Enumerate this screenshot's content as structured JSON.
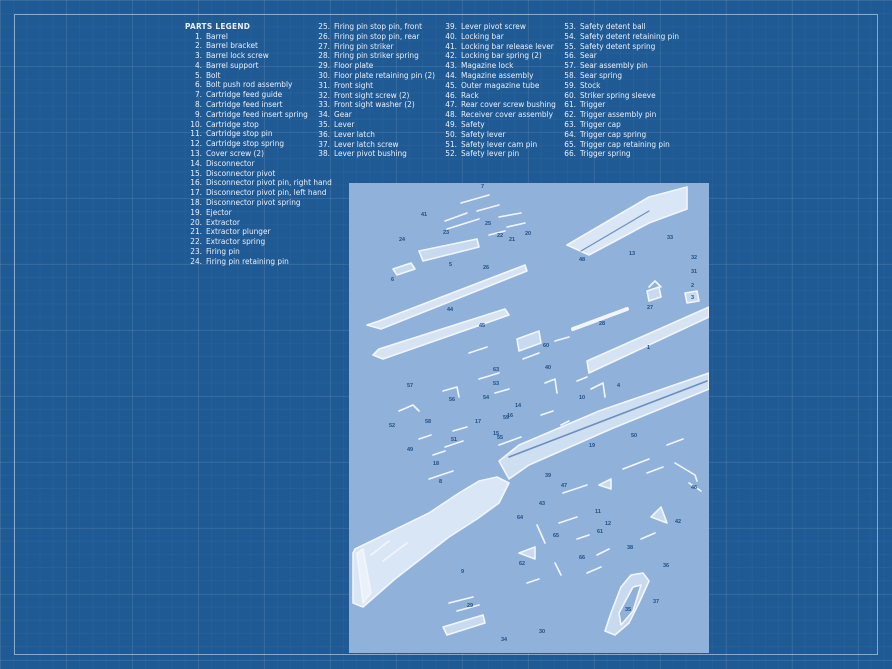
{
  "legend": {
    "title": "PARTS LEGEND",
    "columns": [
      [
        {
          "n": "1.",
          "label": "Barrel"
        },
        {
          "n": "2.",
          "label": "Barrel bracket"
        },
        {
          "n": "3.",
          "label": "Barrel lock screw"
        },
        {
          "n": "4.",
          "label": "Barrel support"
        },
        {
          "n": "5.",
          "label": "Bolt"
        },
        {
          "n": "6.",
          "label": "Bolt push rod assembly"
        },
        {
          "n": "7.",
          "label": "Cartridge feed guide"
        },
        {
          "n": "8.",
          "label": "Cartridge feed insert"
        },
        {
          "n": "9.",
          "label": "Cartridge feed insert spring"
        },
        {
          "n": "10.",
          "label": "Cartridge stop"
        },
        {
          "n": "11.",
          "label": "Cartridge stop pin"
        },
        {
          "n": "12.",
          "label": "Cartridge stop spring"
        },
        {
          "n": "13.",
          "label": "Cover screw (2)"
        },
        {
          "n": "14.",
          "label": "Disconnector"
        },
        {
          "n": "15.",
          "label": "Disconnector pivot"
        },
        {
          "n": "16.",
          "label": "Disconnector pivot pin, right hand"
        },
        {
          "n": "17.",
          "label": "Disconnector pivot pin, left hand"
        },
        {
          "n": "18.",
          "label": "Disconnector pivot spring"
        },
        {
          "n": "19.",
          "label": "Ejector"
        },
        {
          "n": "20.",
          "label": "Extractor"
        },
        {
          "n": "21.",
          "label": "Extractor plunger"
        },
        {
          "n": "22.",
          "label": "Extractor spring"
        },
        {
          "n": "23.",
          "label": "Firing pin"
        },
        {
          "n": "24.",
          "label": "Firing pin retaining pin"
        }
      ],
      [
        {
          "n": "25.",
          "label": "Firing pin stop pin, front"
        },
        {
          "n": "26.",
          "label": "Firing pin stop pin, rear"
        },
        {
          "n": "27.",
          "label": "Firing pin striker"
        },
        {
          "n": "28.",
          "label": "Firing pin striker spring"
        },
        {
          "n": "29.",
          "label": "Floor plate"
        },
        {
          "n": "30.",
          "label": "Floor plate retaining pin (2)"
        },
        {
          "n": "31.",
          "label": "Front sight"
        },
        {
          "n": "32.",
          "label": "Front sight screw (2)"
        },
        {
          "n": "33.",
          "label": "Front sight washer (2)"
        },
        {
          "n": "34.",
          "label": "Gear"
        },
        {
          "n": "35.",
          "label": "Lever"
        },
        {
          "n": "36.",
          "label": "Lever latch"
        },
        {
          "n": "37.",
          "label": "Lever latch screw"
        },
        {
          "n": "38.",
          "label": "Lever pivot bushing"
        }
      ],
      [
        {
          "n": "39.",
          "label": "Lever pivot screw"
        },
        {
          "n": "40.",
          "label": "Locking bar"
        },
        {
          "n": "41.",
          "label": "Locking bar release lever"
        },
        {
          "n": "42.",
          "label": "Locking bar spring (2)"
        },
        {
          "n": "43.",
          "label": "Magazine lock"
        },
        {
          "n": "44.",
          "label": "Magazine assembly"
        },
        {
          "n": "45.",
          "label": "Outer magazine tube"
        },
        {
          "n": "46.",
          "label": "Rack"
        },
        {
          "n": "47.",
          "label": "Rear cover screw bushing"
        },
        {
          "n": "48.",
          "label": "Receiver cover assembly"
        },
        {
          "n": "49.",
          "label": "Safety"
        },
        {
          "n": "50.",
          "label": "Safety lever"
        },
        {
          "n": "51.",
          "label": "Safety lever cam pin"
        },
        {
          "n": "52.",
          "label": "Safety lever pin"
        }
      ],
      [
        {
          "n": "53.",
          "label": "Safety detent ball"
        },
        {
          "n": "54.",
          "label": "Safety detent retaining pin"
        },
        {
          "n": "55.",
          "label": "Safety detent spring"
        },
        {
          "n": "56.",
          "label": "Sear"
        },
        {
          "n": "57.",
          "label": "Sear assembly pin"
        },
        {
          "n": "58.",
          "label": "Sear spring"
        },
        {
          "n": "59.",
          "label": "Stock"
        },
        {
          "n": "60.",
          "label": "Striker spring sleeve"
        },
        {
          "n": "61.",
          "label": "Trigger"
        },
        {
          "n": "62.",
          "label": "Trigger assembly pin"
        },
        {
          "n": "63.",
          "label": "Trigger cap"
        },
        {
          "n": "64.",
          "label": "Trigger cap spring"
        },
        {
          "n": "65.",
          "label": "Trigger cap retaining pin"
        },
        {
          "n": "66.",
          "label": "Trigger spring"
        }
      ]
    ]
  },
  "diagram": {
    "callouts": [
      {
        "id": "7",
        "label": "7"
      },
      {
        "id": "41",
        "label": "41"
      },
      {
        "id": "24",
        "label": "24"
      },
      {
        "id": "23",
        "label": "23"
      },
      {
        "id": "25",
        "label": "25"
      },
      {
        "id": "22",
        "label": "22"
      },
      {
        "id": "21",
        "label": "21"
      },
      {
        "id": "20",
        "label": "20"
      },
      {
        "id": "5",
        "label": "5"
      },
      {
        "id": "26",
        "label": "26"
      },
      {
        "id": "6",
        "label": "6"
      },
      {
        "id": "48",
        "label": "48"
      },
      {
        "id": "13",
        "label": "13"
      },
      {
        "id": "33",
        "label": "33"
      },
      {
        "id": "32",
        "label": "32"
      },
      {
        "id": "31",
        "label": "31"
      },
      {
        "id": "44",
        "label": "44"
      },
      {
        "id": "45",
        "label": "45"
      },
      {
        "id": "28",
        "label": "28"
      },
      {
        "id": "27",
        "label": "27"
      },
      {
        "id": "60",
        "label": "60"
      },
      {
        "id": "1",
        "label": "1"
      },
      {
        "id": "2",
        "label": "2"
      },
      {
        "id": "3",
        "label": "3"
      },
      {
        "id": "4",
        "label": "4"
      },
      {
        "id": "50",
        "label": "50"
      },
      {
        "id": "57",
        "label": "57"
      },
      {
        "id": "56",
        "label": "56"
      },
      {
        "id": "53",
        "label": "53"
      },
      {
        "id": "55",
        "label": "55"
      },
      {
        "id": "54",
        "label": "54"
      },
      {
        "id": "58",
        "label": "58"
      },
      {
        "id": "52",
        "label": "52"
      },
      {
        "id": "49",
        "label": "49"
      },
      {
        "id": "51",
        "label": "51"
      },
      {
        "id": "59",
        "label": "59"
      },
      {
        "id": "47",
        "label": "47"
      },
      {
        "id": "43",
        "label": "43"
      },
      {
        "id": "63",
        "label": "63"
      },
      {
        "id": "64",
        "label": "64"
      },
      {
        "id": "65",
        "label": "65"
      },
      {
        "id": "62",
        "label": "62"
      },
      {
        "id": "61",
        "label": "61"
      },
      {
        "id": "66",
        "label": "66"
      },
      {
        "id": "12",
        "label": "12"
      },
      {
        "id": "11",
        "label": "11"
      },
      {
        "id": "10",
        "label": "10"
      },
      {
        "id": "40",
        "label": "40"
      },
      {
        "id": "39",
        "label": "39"
      },
      {
        "id": "35",
        "label": "35"
      },
      {
        "id": "38",
        "label": "38"
      },
      {
        "id": "37",
        "label": "37"
      },
      {
        "id": "36",
        "label": "36"
      },
      {
        "id": "34",
        "label": "34"
      },
      {
        "id": "29",
        "label": "29"
      },
      {
        "id": "30",
        "label": "30"
      },
      {
        "id": "46",
        "label": "46"
      },
      {
        "id": "19",
        "label": "19"
      },
      {
        "id": "17",
        "label": "17"
      },
      {
        "id": "16",
        "label": "16"
      },
      {
        "id": "15",
        "label": "15"
      },
      {
        "id": "14",
        "label": "14"
      },
      {
        "id": "18",
        "label": "18"
      },
      {
        "id": "8",
        "label": "8"
      },
      {
        "id": "9",
        "label": "9"
      },
      {
        "id": "42",
        "label": "42"
      }
    ]
  }
}
